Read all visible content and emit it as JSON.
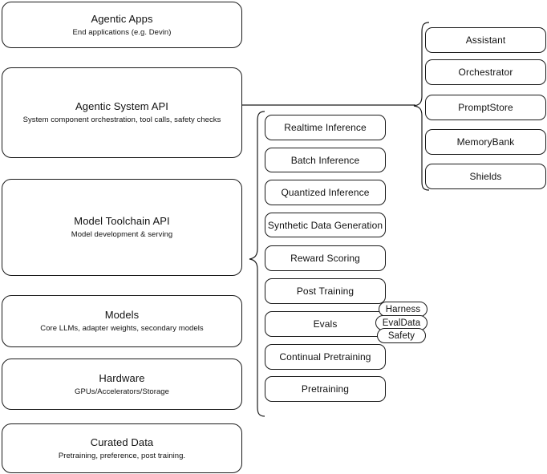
{
  "diagram": {
    "title": "AI stack layered architecture diagram",
    "stroke_color": "#1a1a1a",
    "background_color": "#ffffff",
    "layers": [
      {
        "id": "agentic-apps",
        "title": "Agentic Apps",
        "subtitle": "End applications (e.g. Devin)"
      },
      {
        "id": "agentic-system-api",
        "title": "Agentic System API",
        "subtitle": "System component orchestration, tool calls, safety checks"
      },
      {
        "id": "model-toolchain-api",
        "title": "Model Toolchain API",
        "subtitle": "Model development & serving"
      },
      {
        "id": "models",
        "title": "Models",
        "subtitle": "Core LLMs, adapter weights, secondary models"
      },
      {
        "id": "hardware",
        "title": "Hardware",
        "subtitle": "GPUs/Accelerators/Storage"
      },
      {
        "id": "curated-data",
        "title": "Curated Data",
        "subtitle": "Pretraining, preference, post training."
      }
    ],
    "toolchain_capabilities": [
      {
        "id": "realtime-inference",
        "label": "Realtime Inference"
      },
      {
        "id": "batch-inference",
        "label": "Batch Inference"
      },
      {
        "id": "quantized-inference",
        "label": "Quantized Inference"
      },
      {
        "id": "synthetic-data-generation",
        "label": "Synthetic Data Generation"
      },
      {
        "id": "reward-scoring",
        "label": "Reward Scoring"
      },
      {
        "id": "post-training",
        "label": "Post Training"
      },
      {
        "id": "evals",
        "label": "Evals"
      },
      {
        "id": "continual-pretraining",
        "label": "Continual Pretraining"
      },
      {
        "id": "pretraining",
        "label": "Pretraining"
      }
    ],
    "eval_badges": [
      {
        "id": "harness",
        "label": "Harness"
      },
      {
        "id": "evaldata",
        "label": "EvalData"
      },
      {
        "id": "safety",
        "label": "Safety"
      }
    ],
    "agentic_components": [
      {
        "id": "assistant",
        "label": "Assistant"
      },
      {
        "id": "orchestrator",
        "label": "Orchestrator"
      },
      {
        "id": "promptstore",
        "label": "PromptStore"
      },
      {
        "id": "memorybank",
        "label": "MemoryBank"
      },
      {
        "id": "shields",
        "label": "Shields"
      }
    ]
  }
}
